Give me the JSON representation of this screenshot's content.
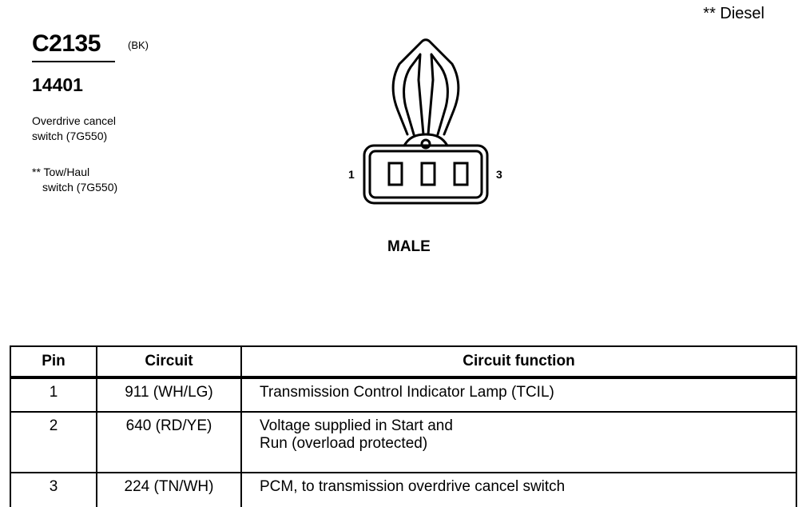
{
  "notes": {
    "diesel": "** Diesel"
  },
  "connector": {
    "id": "C2135",
    "color_code": "(BK)",
    "part_number": "14401",
    "description_lines": [
      "Overdrive cancel",
      "switch (7G550)"
    ],
    "alt_description_lines": [
      "** Tow/Haul",
      "switch (7G550)"
    ],
    "gender": "MALE",
    "pin_first_label": "1",
    "pin_last_label": "3",
    "cavity_count": 3
  },
  "pin_table": {
    "headers": {
      "pin": "Pin",
      "circuit": "Circuit",
      "function": "Circuit function"
    },
    "rows": [
      {
        "pin": "1",
        "circuit": "911 (WH/LG)",
        "function_lines": [
          "Transmission Control Indicator Lamp (TCIL)"
        ]
      },
      {
        "pin": "2",
        "circuit": "640 (RD/YE)",
        "function_lines": [
          "Voltage supplied in Start and",
          "Run (overload protected)"
        ]
      },
      {
        "pin": "3",
        "circuit": "224 (TN/WH)",
        "function_lines": [
          "PCM, to transmission overdrive cancel switch"
        ]
      }
    ]
  },
  "colors": {
    "ink": "#000000",
    "background": "#ffffff"
  }
}
